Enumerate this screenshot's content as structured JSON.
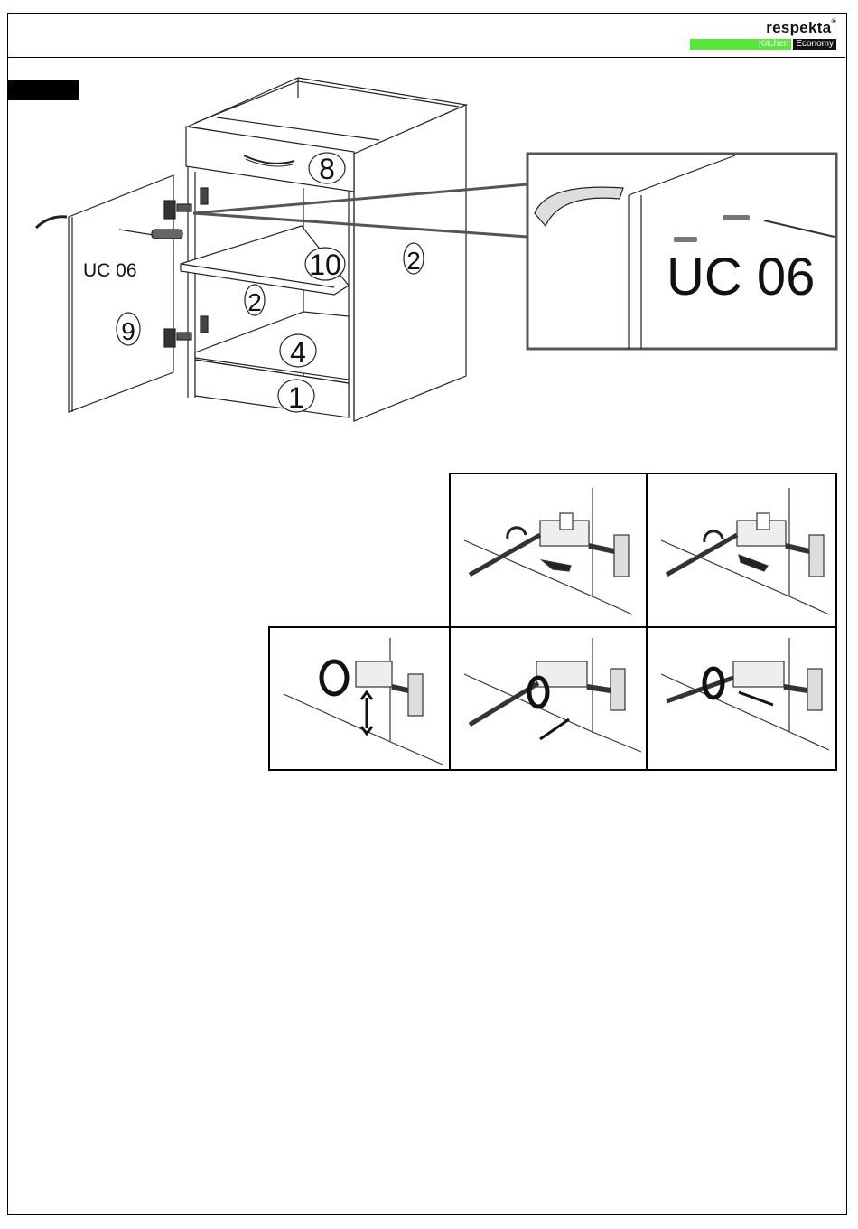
{
  "logo": {
    "brand": "respekta",
    "registered": "®",
    "line_kitchen": "Kitchen",
    "line_economy": "Economy"
  },
  "diagram": {
    "parts": {
      "drawer": "8",
      "shelf": "10",
      "side_right": "2",
      "side_inner": "2",
      "shelf_lower": "4",
      "bottom": "1",
      "door": "9"
    },
    "door_label": "UC 06",
    "detail_label": "UC 06"
  }
}
